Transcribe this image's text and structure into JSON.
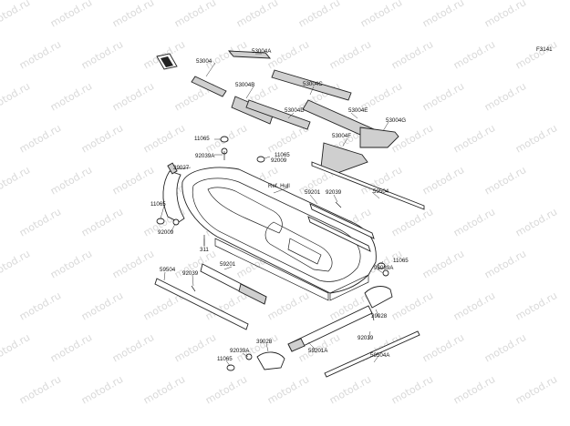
{
  "figure_code": "F3141",
  "ref_note": "Ref. Hull",
  "watermark": "motod.ru",
  "parts": {
    "p53004": "53004",
    "p53004A": "53004A",
    "p53004B": "53004B",
    "p53004C": "53004C",
    "p53004D": "53004D",
    "p53004E": "53004E",
    "p53004F": "53004F",
    "p53004G": "53004G",
    "p11065_a": "11065",
    "p92039A_a": "92039A",
    "p11065_b": "11065",
    "p92009_a": "92009",
    "p39027": "39027",
    "p11065_c": "11065",
    "p92009_b": "92009",
    "p311": "311",
    "p59201_a": "59201",
    "p92039_a": "92039",
    "p59504_a": "59504",
    "p59504_b": "59504",
    "p92039_b": "92039",
    "p59201_b": "59201",
    "p11065_d": "11065",
    "p92039A_b": "92039A",
    "p39028_a": "39028",
    "p39028_b": "39028",
    "p92039_c": "92039",
    "p59201A": "59201A",
    "p92039A_c": "92039A",
    "p59504A": "59504A",
    "p11065_e": "11065"
  },
  "colors": {
    "line": "#222222",
    "watermark": "#d9d9d9",
    "mat_fill": "#cfcfcf"
  }
}
